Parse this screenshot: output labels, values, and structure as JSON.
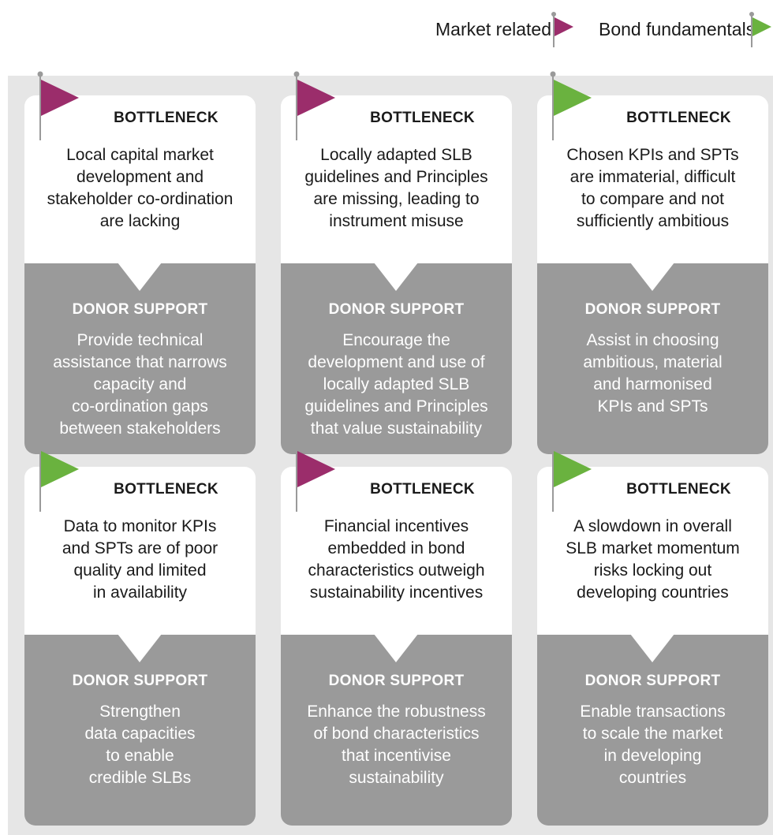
{
  "legend": {
    "items": [
      {
        "label": "Market related",
        "color": "#9b2d6b",
        "icon": "flag-icon"
      },
      {
        "label": "Bond fundamentals",
        "color": "#6ab23f",
        "icon": "flag-icon"
      }
    ]
  },
  "colors": {
    "market_related": "#9b2d6b",
    "bond_fundamentals": "#6ab23f",
    "panel_background": "#e6e6e6",
    "donor_background": "#9a9a9a"
  },
  "cards": [
    {
      "category": "Market related",
      "bottleneck_heading": "BOTTLENECK",
      "bottleneck_text": "Local capital market\ndevelopment and\nstakeholder co-ordination\nare lacking",
      "donor_heading": "DONOR SUPPORT",
      "donor_text": "Provide technical\nassistance that narrows\ncapacity and\nco-ordination gaps\nbetween stakeholders"
    },
    {
      "category": "Market related",
      "bottleneck_heading": "BOTTLENECK",
      "bottleneck_text": "Locally adapted SLB\nguidelines and Principles\nare missing, leading to\ninstrument misuse",
      "donor_heading": "DONOR SUPPORT",
      "donor_text": "Encourage the\ndevelopment and use of\nlocally adapted SLB\nguidelines and Principles\nthat value sustainability"
    },
    {
      "category": "Bond fundamentals",
      "bottleneck_heading": "BOTTLENECK",
      "bottleneck_text": "Chosen KPIs and SPTs\nare immaterial, difficult\nto compare and not\nsufficiently ambitious",
      "donor_heading": "DONOR SUPPORT",
      "donor_text": "Assist in choosing\nambitious, material\nand harmonised\nKPIs and SPTs"
    },
    {
      "category": "Bond fundamentals",
      "bottleneck_heading": "BOTTLENECK",
      "bottleneck_text": "Data to monitor KPIs\nand SPTs are of poor\nquality and limited\nin availability",
      "donor_heading": "DONOR SUPPORT",
      "donor_text": "Strengthen\ndata capacities\nto enable\ncredible SLBs"
    },
    {
      "category": "Market related",
      "bottleneck_heading": "BOTTLENECK",
      "bottleneck_text": "Financial incentives\nembedded in bond\ncharacteristics outweigh\nsustainability incentives",
      "donor_heading": "DONOR SUPPORT",
      "donor_text": "Enhance the robustness\nof bond characteristics\nthat incentivise\nsustainability"
    },
    {
      "category": "Bond fundamentals",
      "bottleneck_heading": "BOTTLENECK",
      "bottleneck_text": "A slowdown in overall\nSLB market momentum\nrisks locking out\ndeveloping countries",
      "donor_heading": "DONOR SUPPORT",
      "donor_text": "Enable transactions\nto scale the market\nin developing\ncountries"
    }
  ]
}
